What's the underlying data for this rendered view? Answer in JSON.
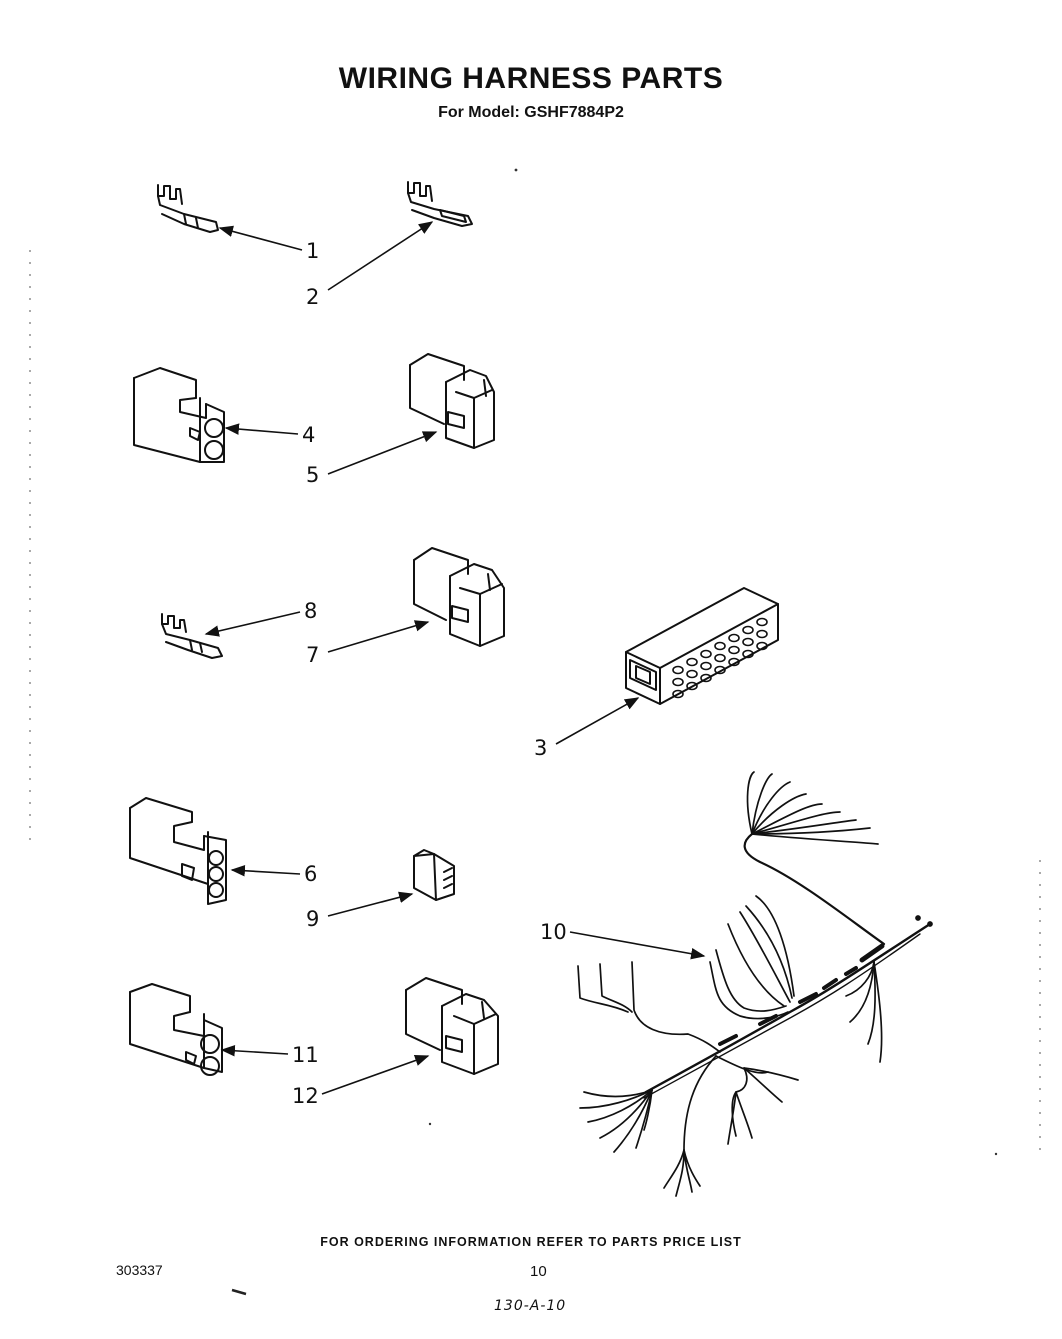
{
  "header": {
    "title": "WIRING HARNESS PARTS",
    "subtitle": "For Model: GSHF7884P2"
  },
  "callouts": {
    "c1": "1",
    "c2": "2",
    "c3": "3",
    "c4": "4",
    "c5": "5",
    "c6": "6",
    "c7": "7",
    "c8": "8",
    "c9": "9",
    "c10": "10",
    "c11": "11",
    "c12": "12"
  },
  "footer": {
    "ordering_note": "FOR ORDERING INFORMATION REFER TO PARTS PRICE LIST",
    "doc_number": "303337",
    "page_number": "10",
    "handwritten_note": "130-A-10"
  }
}
